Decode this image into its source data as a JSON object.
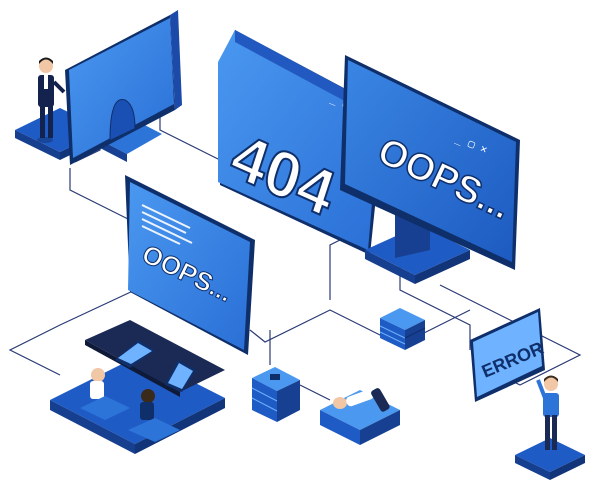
{
  "screens": {
    "center": {
      "code": "404",
      "controls": "_ ▢ ✕"
    },
    "right": {
      "text": "OOPS...",
      "controls": "_ ▢ ✕"
    },
    "left": {
      "text": "OOPS..."
    }
  },
  "error_sign": {
    "text": "ERROR"
  },
  "colors": {
    "primary": "#3f88e4",
    "dark": "#0f2f6b",
    "mid": "#1f5bc4",
    "light": "#6fb2ff",
    "wire": "#2b3a78"
  }
}
